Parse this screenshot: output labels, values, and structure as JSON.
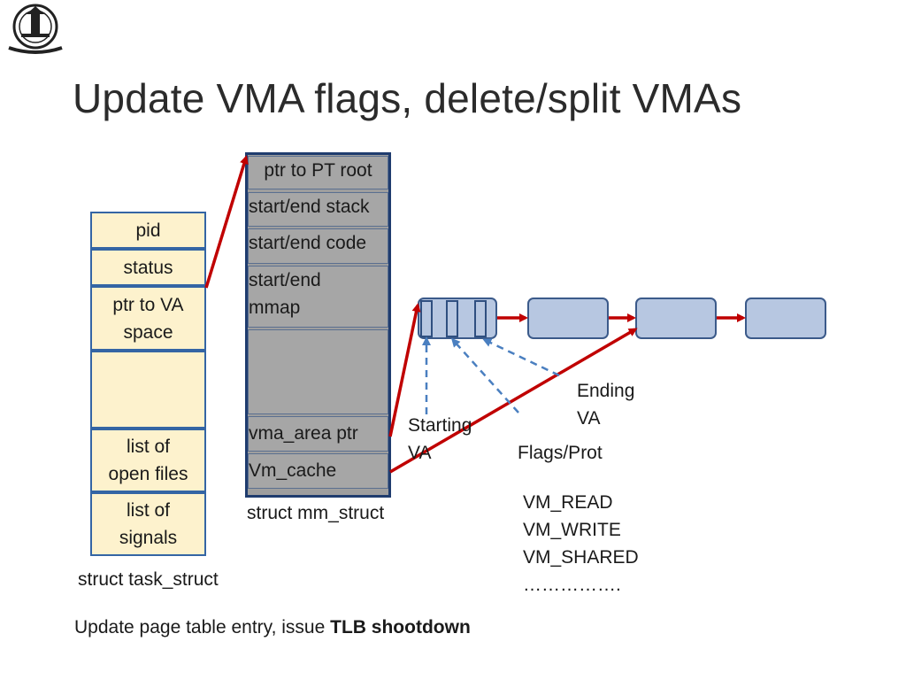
{
  "slide": {
    "title": "Update VMA flags, delete/split VMAs",
    "note_prefix": "Update page table entry, issue ",
    "note_bold": "TLB shootdown"
  },
  "task_struct": {
    "label": "struct task_struct",
    "cells": [
      "pid",
      "status",
      "ptr to VA\nspace",
      "",
      "list of\nopen files",
      "list of\nsignals"
    ]
  },
  "mm_struct": {
    "label": "struct mm_struct",
    "cells": [
      "ptr to PT root",
      "start/end stack",
      "start/end code",
      "start/end\nmmap",
      "",
      "vma_area ptr",
      "Vm_cache"
    ]
  },
  "vma_annotations": {
    "starting_va": "Starting\nVA",
    "ending_va": "Ending\nVA",
    "flags_prot": "Flags/Prot"
  },
  "flags_list": [
    "VM_READ",
    "VM_WRITE",
    "VM_SHARED",
    "……………."
  ],
  "colors": {
    "task_fill": "#fdf2cd",
    "box_border": "#3465a4",
    "mm_fill": "#a6a6a6",
    "vma_fill": "#b7c7e1",
    "arrow_red": "#c00000",
    "dashed_blue": "#4a7fc0"
  }
}
